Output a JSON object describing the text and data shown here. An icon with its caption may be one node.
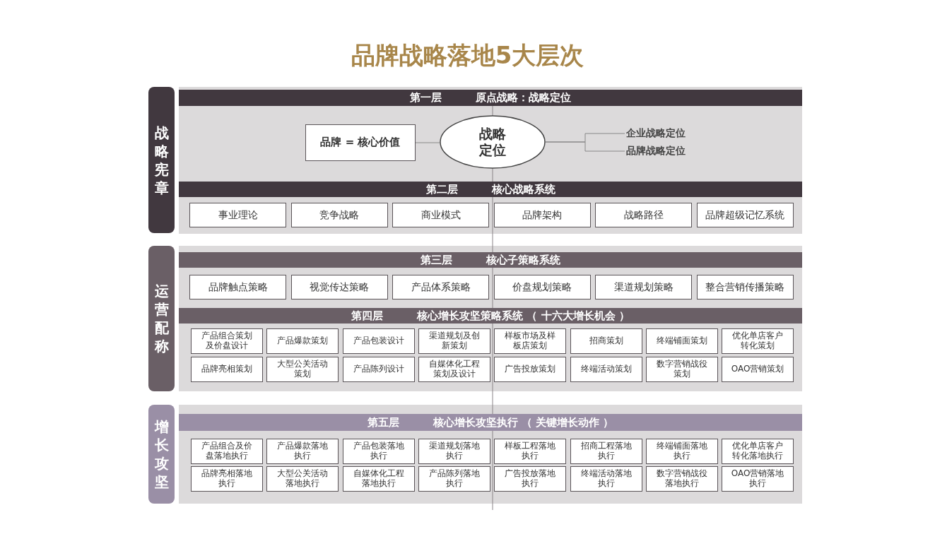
{
  "diagram": {
    "title": "品牌战略落地5大层次",
    "nodes": [
      {
        "text": [
          "战略宪章"
        ]
      },
      {
        "text": [
          "第一层",
          "原点战略：战略定位"
        ]
      },
      {
        "text": [
          "品牌 = 核心价值"
        ]
      },
      {
        "text": [
          "战略定位"
        ]
      },
      {
        "text": [
          "企业战略定位"
        ]
      },
      {
        "text": [
          "品牌战略定位"
        ]
      },
      {
        "text": [
          "第二层",
          "核心战略系统"
        ]
      },
      {
        "text": [
          "事业理论"
        ]
      },
      {
        "text": [
          "竞争战略"
        ]
      },
      {
        "text": [
          "商业模式"
        ]
      },
      {
        "text": [
          "品牌架构"
        ]
      },
      {
        "text": [
          "战略路径"
        ]
      },
      {
        "text": [
          "品牌超级记忆系统"
        ]
      },
      {
        "text": [
          "运营配称"
        ]
      },
      {
        "text": [
          "第三层",
          "核心子策略系统"
        ]
      },
      {
        "text": [
          "品牌触点策略"
        ]
      },
      {
        "text": [
          "视觉传达策略"
        ]
      },
      {
        "text": [
          "产品体系策略"
        ]
      },
      {
        "text": [
          "价盘规划策略"
        ]
      },
      {
        "text": [
          "渠道规划策略"
        ]
      },
      {
        "text": [
          "整合营销传播策略"
        ]
      },
      {
        "text": [
          "第四层",
          "核心增长攻坚策略系统 （ 十六大增长机会 ）"
        ]
      },
      {
        "text": [
          "产品组合策划及价盘设计"
        ]
      },
      {
        "text": [
          "产品爆款策划"
        ]
      },
      {
        "text": [
          "产品包装设计"
        ]
      },
      {
        "text": [
          "渠道规划及创新策划"
        ]
      },
      {
        "text": [
          "样板市场及样板店策划"
        ]
      },
      {
        "text": [
          "招商策划"
        ]
      },
      {
        "text": [
          "终端铺面策划"
        ]
      },
      {
        "text": [
          "优化单店客户转化策划"
        ]
      },
      {
        "text": [
          "品牌亮相策划"
        ]
      },
      {
        "text": [
          "大型公关活动策划"
        ]
      },
      {
        "text": [
          "产品陈列设计"
        ]
      },
      {
        "text": [
          "自媒体化工程策划及设计"
        ]
      },
      {
        "text": [
          "广告投放策划"
        ]
      },
      {
        "text": [
          "终端活动策划"
        ]
      },
      {
        "text": [
          "数字营销战役策划"
        ]
      },
      {
        "text": [
          "OAO营销策划"
        ]
      },
      {
        "text": [
          "增长攻坚"
        ]
      },
      {
        "text": [
          "第五层",
          "核心增长攻坚执行 （ 关键增长动作 ）"
        ]
      },
      {
        "text": [
          "产品组合及价盘落地执行"
        ]
      },
      {
        "text": [
          "产品爆款落地执行"
        ]
      },
      {
        "text": [
          "产品包装落地执行"
        ]
      },
      {
        "text": [
          "渠道规划落地执行"
        ]
      },
      {
        "text": [
          "样板工程落地执行"
        ]
      },
      {
        "text": [
          "招商工程落地执行"
        ]
      },
      {
        "text": [
          "终端铺面落地执行"
        ]
      },
      {
        "text": [
          "优化单店客户转化落地执行"
        ]
      },
      {
        "text": [
          "品牌亮相落地执行"
        ]
      },
      {
        "text": [
          "大型公关活动落地执行"
        ]
      },
      {
        "text": [
          "自媒体化工程落地执行"
        ]
      },
      {
        "text": [
          "产品陈列落地执行"
        ]
      },
      {
        "text": [
          "广告投放落地执行"
        ]
      },
      {
        "text": [
          "终端活动落地执行"
        ]
      },
      {
        "text": [
          "数字营销战役落地执行"
        ]
      },
      {
        "text": [
          "OAO营销落地执行"
        ]
      }
    ],
    "edges": [
      {
        "from": 2,
        "to": 3,
        "arrow": "none"
      },
      {
        "from": 3,
        "to": 4,
        "arrow": "none"
      },
      {
        "from": 3,
        "to": 5,
        "arrow": "none"
      }
    ]
  }
}
